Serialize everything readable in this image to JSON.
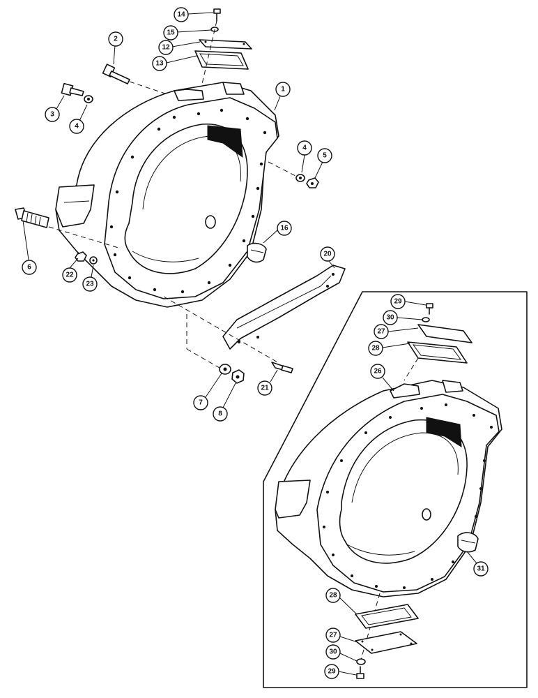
{
  "callouts": [
    {
      "id": "1",
      "label": "1"
    },
    {
      "id": "2",
      "label": "2"
    },
    {
      "id": "3",
      "label": "3"
    },
    {
      "id": "4a",
      "label": "4"
    },
    {
      "id": "4b",
      "label": "4"
    },
    {
      "id": "5",
      "label": "5"
    },
    {
      "id": "6",
      "label": "6"
    },
    {
      "id": "7",
      "label": "7"
    },
    {
      "id": "8",
      "label": "8"
    },
    {
      "id": "12",
      "label": "12"
    },
    {
      "id": "13",
      "label": "13"
    },
    {
      "id": "14",
      "label": "14"
    },
    {
      "id": "15",
      "label": "15"
    },
    {
      "id": "16",
      "label": "16"
    },
    {
      "id": "20",
      "label": "20"
    },
    {
      "id": "21",
      "label": "21"
    },
    {
      "id": "22",
      "label": "22"
    },
    {
      "id": "23",
      "label": "23"
    },
    {
      "id": "26",
      "label": "26"
    },
    {
      "id": "27a",
      "label": "27"
    },
    {
      "id": "27b",
      "label": "27"
    },
    {
      "id": "28a",
      "label": "28"
    },
    {
      "id": "28b",
      "label": "28"
    },
    {
      "id": "29a",
      "label": "29"
    },
    {
      "id": "29b",
      "label": "29"
    },
    {
      "id": "30a",
      "label": "30"
    },
    {
      "id": "30b",
      "label": "30"
    },
    {
      "id": "31",
      "label": "31"
    }
  ]
}
